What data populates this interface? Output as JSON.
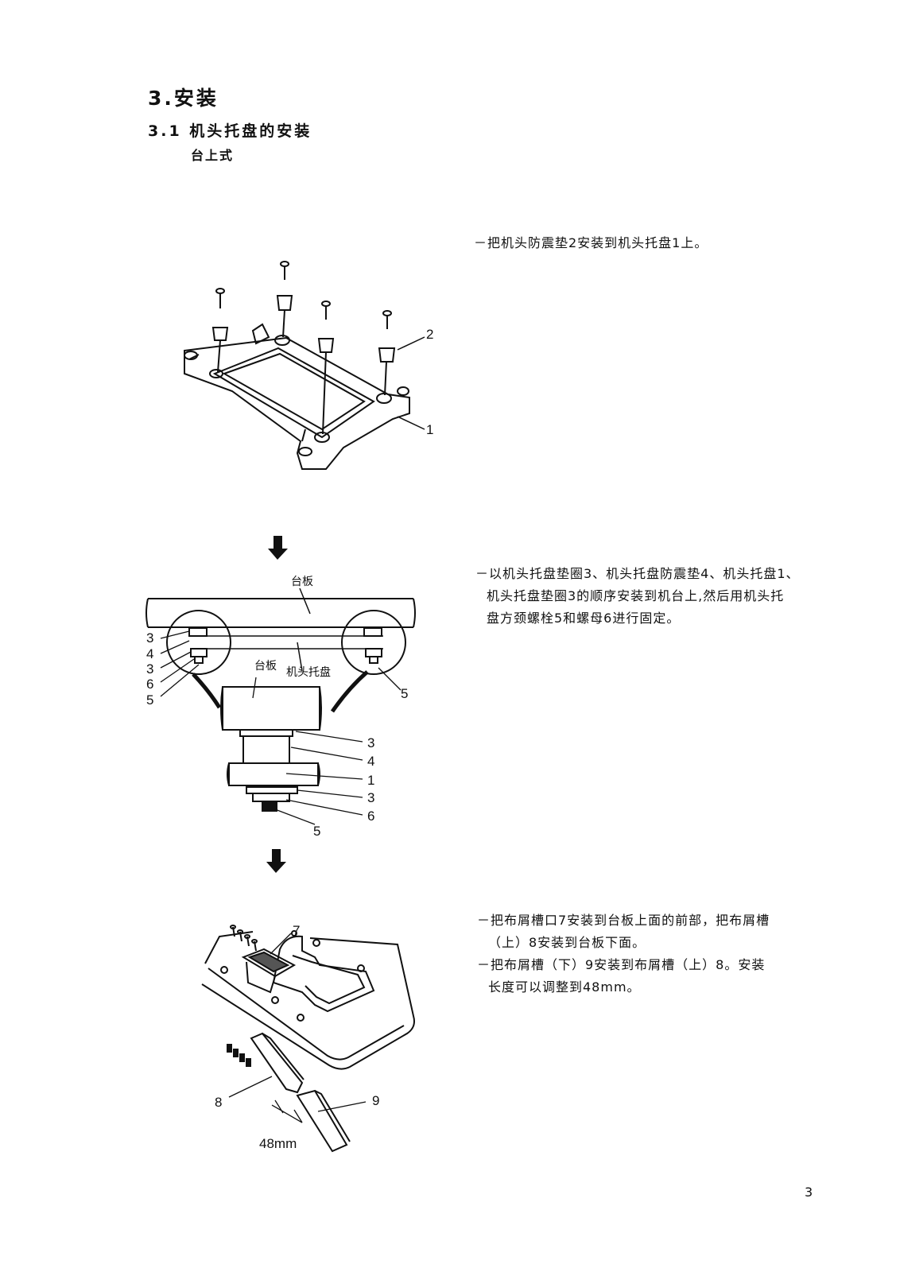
{
  "section": {
    "title": "3.安装",
    "subtitle": "3.1 机头托盘的安装",
    "subsubtitle": "台上式"
  },
  "steps": [
    {
      "lines": [
        "－把机头防震垫2安装到机头托盘1上。"
      ]
    },
    {
      "lines": [
        "－以机头托盘垫圈3、机头托盘防震垫4、机头托盘1、",
        "机头托盘垫圈3的顺序安装到机台上,然后用机头托",
        "盘方颈螺栓5和螺母6进行固定。"
      ]
    },
    {
      "lines": [
        "－把布屑槽口7安装到台板上面的前部，把布屑槽",
        "（上）8安装到台板下面。",
        "－把布屑槽（下）9安装到布屑槽（上）8。安装",
        "长度可以调整到48mm。"
      ]
    }
  ],
  "figure1": {
    "callouts": [
      "2",
      "1"
    ]
  },
  "figure2": {
    "label_table": "台板",
    "label_table_inner": "台板",
    "label_tray": "机头托盘",
    "left_callouts": [
      "3",
      "4",
      "3",
      "6",
      "5"
    ],
    "right_callout": "5",
    "stack_callouts": [
      "3",
      "4",
      "1",
      "3",
      "6"
    ],
    "bottom_callout": "5"
  },
  "figure3": {
    "callouts": [
      "7",
      "8",
      "9"
    ],
    "dimension": "48mm"
  },
  "page_number": "3"
}
